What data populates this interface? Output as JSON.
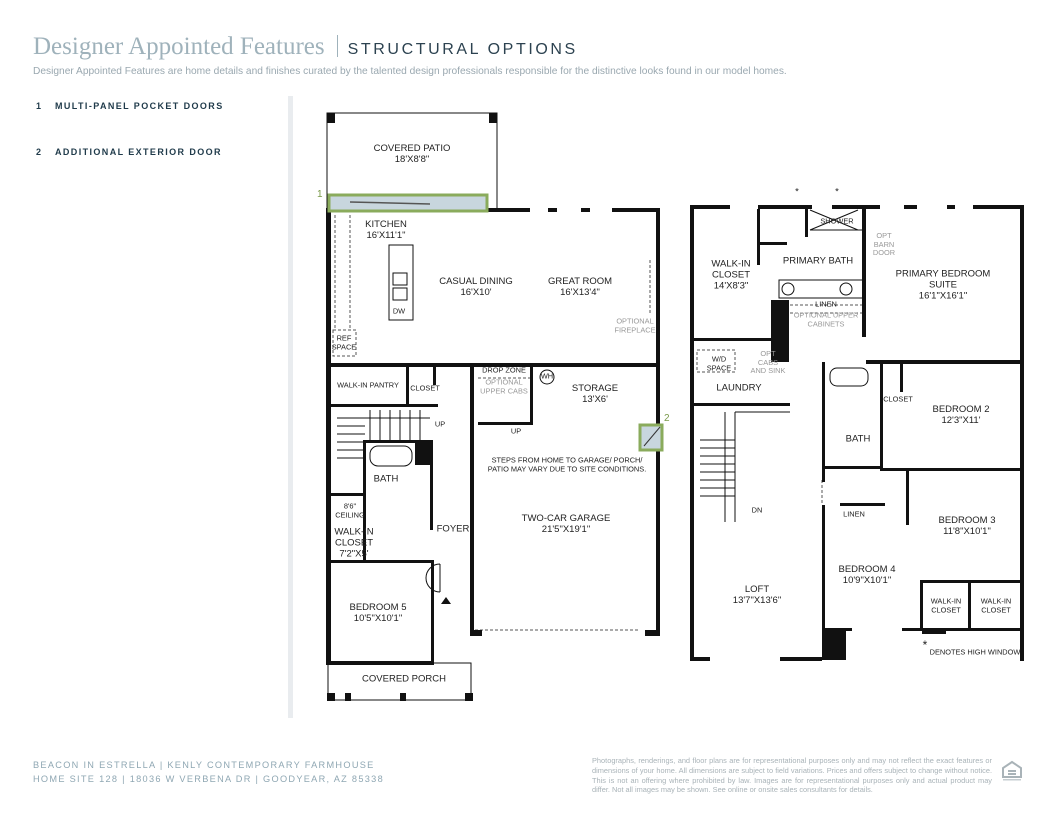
{
  "header": {
    "title": "Designer Appointed Features",
    "subtitle": "STRUCTURAL OPTIONS",
    "description": "Designer Appointed Features are home details and finishes curated by the talented design professionals responsible for the distinctive looks found in our model homes."
  },
  "options": [
    {
      "num": "1",
      "label": "MULTI-PANEL POCKET DOORS"
    },
    {
      "num": "2",
      "label": "ADDITIONAL EXTERIOR DOOR"
    }
  ],
  "colors": {
    "accent": "#8aab5c",
    "wall": "#111111",
    "title": "#9fb2bb"
  },
  "floor1": {
    "patio": {
      "name": "COVERED PATIO",
      "dim": "18'X8'8\""
    },
    "kitchen": {
      "name": "KITCHEN",
      "dim": "16'X11'1\""
    },
    "dining": {
      "name": "CASUAL DINING",
      "dim": "16'X10'"
    },
    "great": {
      "name": "GREAT ROOM",
      "dim": "16'X13'4\""
    },
    "fireplace": "OPTIONAL FIREPLACE",
    "dw": "DW",
    "ref": "REF SPACE",
    "pantry": "WALK-IN PANTRY",
    "closet": "CLOSET",
    "dropzone": "DROP ZONE",
    "uppercabs": "OPTIONAL UPPER CABS",
    "wh": "WH",
    "storage": {
      "name": "STORAGE",
      "dim": "13'X6'"
    },
    "up1": "UP",
    "up2": "UP",
    "bath": "BATH",
    "ceiling": "8'6\" CEILING",
    "wic": {
      "name": "WALK-IN CLOSET",
      "dim": "7'2\"X5'"
    },
    "foyer": "FOYER",
    "garage": {
      "name": "TWO-CAR GARAGE",
      "dim": "21'5\"X19'1\""
    },
    "steps_note": "STEPS FROM HOME TO GARAGE/ PORCH/ PATIO MAY VARY DUE TO SITE CONDITIONS.",
    "bed5": {
      "name": "BEDROOM 5",
      "dim": "10'5\"X10'1\""
    },
    "porch": "COVERED PORCH"
  },
  "floor2": {
    "wic": {
      "name": "WALK-IN CLOSET",
      "dim": "14'X8'3\""
    },
    "shower": "SHOWER",
    "pbath": "PRIMARY BATH",
    "barn": "OPT BARN DOOR",
    "suite": {
      "name": "PRIMARY BEDROOM SUITE",
      "dim": "16'1\"X16'1\""
    },
    "linen": "LINEN",
    "uppercabinets": "OPTIONAL UPPER CABINETS",
    "wd": "W/D SPACE",
    "cabsink": "OPT CABS AND SINK",
    "laundry": "LAUNDRY",
    "closet": "CLOSET",
    "bath": "BATH",
    "bed2": {
      "name": "BEDROOM 2",
      "dim": "12'3\"X11'"
    },
    "dn": "DN",
    "linen2": "LINEN",
    "bed3": {
      "name": "BEDROOM 3",
      "dim": "11'8\"X10'1\""
    },
    "bed4": {
      "name": "BEDROOM 4",
      "dim": "10'9\"X10'1\""
    },
    "loft": {
      "name": "LOFT",
      "dim": "13'7\"X13'6\""
    },
    "wic3": "WALK-IN CLOSET",
    "wic4": "WALK-IN CLOSET",
    "high_window": "DENOTES HIGH WINDOW",
    "asterisk": "*"
  },
  "footer": {
    "line1": "BEACON IN ESTRELLA  |  KENLY CONTEMPORARY FARMHOUSE",
    "line2": "HOME SITE 128  |  18036 W VERBENA DR  |  GOODYEAR, AZ 85338",
    "disclaimer": "Photographs, renderings, and floor plans are for representational purposes only and may not reflect the exact features or dimensions of your home. All dimensions are subject to field variations. Prices and offers subject to change without notice. This is not an offering where prohibited by law. Images are for representational purposes only and actual product may differ. Not all images may be shown. See online or onsite sales consultants for details."
  }
}
